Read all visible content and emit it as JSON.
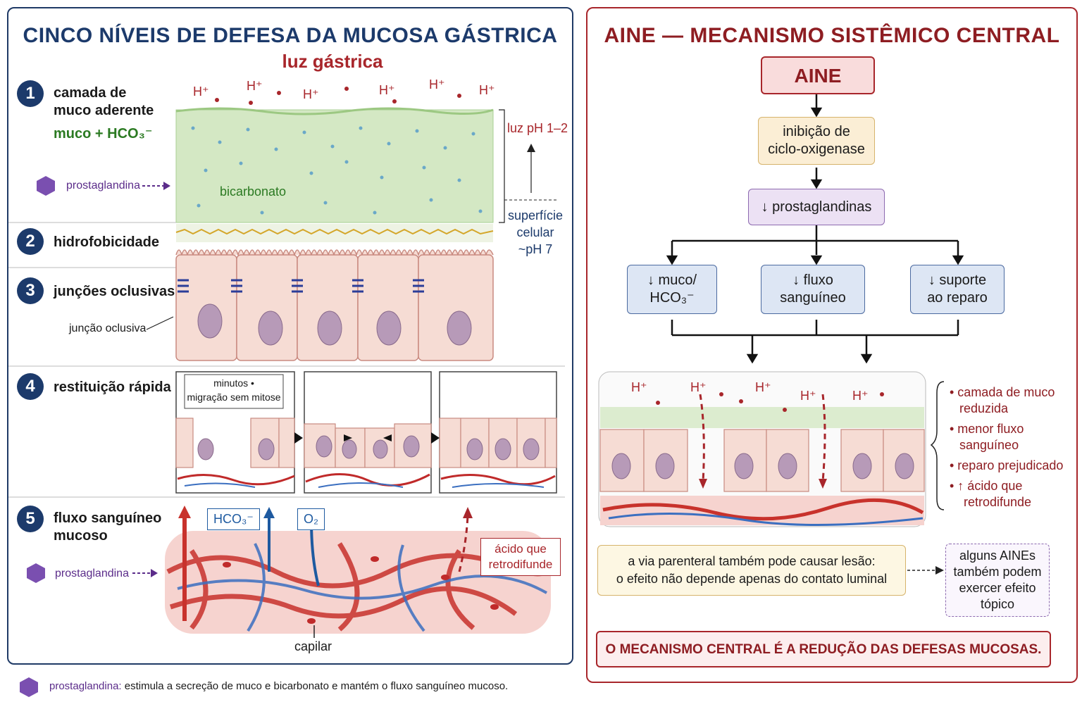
{
  "left": {
    "title": "CINCO NÍVEIS DE DEFESA DA MUCOSA GÁSTRICA",
    "lumen_label": "luz gástrica",
    "hplus": "H⁺",
    "levels": [
      {
        "num": "1",
        "label_line1": "camada de",
        "label_line2": "muco aderente",
        "sub": "muco + HCO₃⁻"
      },
      {
        "num": "2",
        "label": "hidrofobicidade"
      },
      {
        "num": "3",
        "label": "junções oclusivas"
      },
      {
        "num": "4",
        "label": "restituição rápida"
      },
      {
        "num": "5",
        "label_line1": "fluxo sanguíneo",
        "label_line2": "mucoso"
      }
    ],
    "prostaglandin_label": "prostaglandina",
    "bicarbonate_label": "bicarbonato",
    "luz_ph": "luz pH 1–2",
    "surface_line1": "superfície",
    "surface_line2": "celular",
    "surface_line3": "~pH 7",
    "tight_junction_label": "junção oclusiva",
    "restitution_note_line1": "minutos •",
    "restitution_note_line2": "migração sem mitose",
    "hco3_label": "HCO₃⁻",
    "o2_label": "O₂",
    "backdiffuse_line1": "ácido que",
    "backdiffuse_line2": "retrodifunde",
    "capillary_label": "capilar"
  },
  "footnote": {
    "term": "prostaglandina:",
    "text": "estimula a secreção de muco e bicarbonato e mantém o fluxo sanguíneo mucoso."
  },
  "right": {
    "title": "AINE — MECANISMO SISTÊMICO CENTRAL",
    "aine": "AINE",
    "cox_line1": "inibição de",
    "cox_line2": "ciclo-oxigenase",
    "pg": "↓ prostaglandinas",
    "effects": [
      {
        "line1": "↓ muco/",
        "line2": "HCO₃⁻"
      },
      {
        "line1": "↓ fluxo",
        "line2": "sanguíneo"
      },
      {
        "line1": "↓ suporte",
        "line2": "ao reparo"
      }
    ],
    "consequences": [
      {
        "line1": "• camada de muco",
        "line2": "reduzida"
      },
      {
        "line1": "• menor fluxo",
        "line2": "sanguíneo"
      },
      {
        "line1": "• reparo prejudicado",
        "line2": ""
      },
      {
        "line1": "• ↑ ácido que",
        "line2": "retrodifunde"
      }
    ],
    "parenteral_line1": "a via parenteral também pode causar lesão:",
    "parenteral_line2": "o efeito não depende apenas do contato luminal",
    "topical_line1": "alguns AINEs",
    "topical_line2": "também podem",
    "topical_line3": "exercer efeito",
    "topical_line4": "tópico",
    "conclusion": "O MECANISMO CENTRAL É A REDUÇÃO DAS DEFESAS MUCOSAS."
  },
  "colors": {
    "navy": "#1c3a6b",
    "red": "#a8262b",
    "purple": "#5b2c8a",
    "mucus": "#d4e8c4",
    "cell": "#f6dcd4",
    "nucleus": "#b79ab8"
  }
}
